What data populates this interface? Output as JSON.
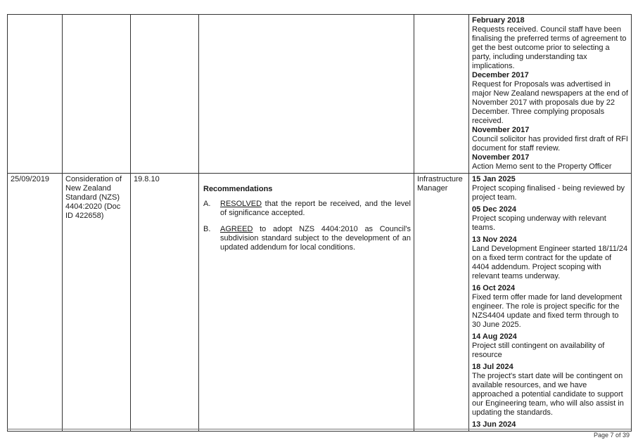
{
  "prev_row": {
    "updates": [
      {
        "date": "February 2018",
        "text": "Requests received. Council staff have been finalising the preferred terms of agreement to get the best outcome prior to selecting a party, including understanding tax implications."
      },
      {
        "date": "December 2017",
        "text": "Request for Proposals was advertised in major New Zealand newspapers at the end of November 2017 with proposals due by 22 December. Three complying proposals received."
      },
      {
        "date": "November 2017",
        "text": "Council solicitor has provided first draft of RFI document for staff review."
      },
      {
        "date": "November 2017",
        "text": "Action Memo sent to the Property Officer"
      }
    ]
  },
  "row": {
    "meeting_date": "25/09/2019",
    "subject": "Consideration of New Zealand Standard (NZS) 4404:2020 (Doc ID 422658)",
    "item_no": "19.8.10",
    "recommendations_title": "Recommendations",
    "recommendations": [
      {
        "letter": "A.",
        "keyword": "RESOLVED",
        "text": " that the report be received, and the level of significance accepted."
      },
      {
        "letter": "B.",
        "keyword": "AGREED",
        "text": " to adopt NZS 4404:2010 as Council's subdivision standard subject to the development of an updated addendum for local conditions."
      }
    ],
    "responsible": "Infrastructure Manager",
    "updates": [
      {
        "date": "15 Jan 2025",
        "text": "Project scoping finalised - being reviewed by project team."
      },
      {
        "date": "05 Dec 2024",
        "text": "Project scoping underway with relevant teams."
      },
      {
        "date": "13 Nov 2024",
        "text": "Land Development Engineer started 18/11/24 on a fixed term contract for the update of 4404 addendum. Project scoping with relevant teams underway."
      },
      {
        "date": "16 Oct 2024",
        "text": "Fixed term offer made for land development engineer. The role is project specific for the NZS4404 update and fixed term through to 30 June 2025."
      },
      {
        "date": "14 Aug 2024",
        "text": "Project still contingent on availability of resource"
      },
      {
        "date": "18 Jul 2024",
        "text": "The project's start date will be contingent on available resources, and we have approached a potential candidate to support our Engineering team, who will also assist in updating the standards."
      },
      {
        "date": "13 Jun 2024",
        "text": ""
      }
    ]
  },
  "footer": {
    "page": "Page 7 of 39"
  }
}
